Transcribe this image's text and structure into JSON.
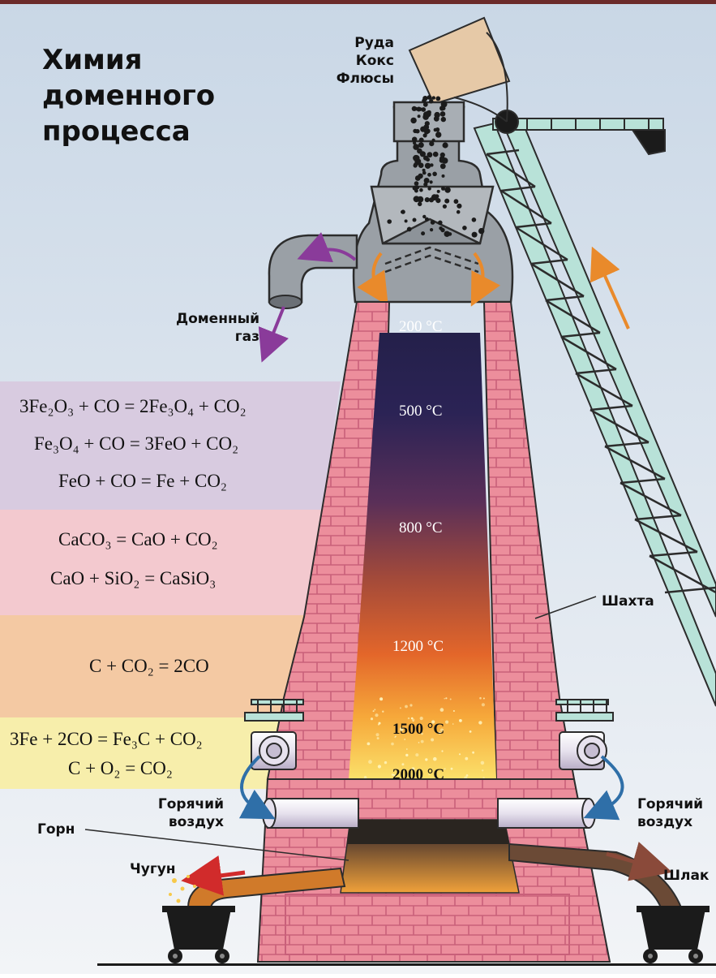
{
  "title_lines": [
    "Химия",
    "доменного",
    "процесса"
  ],
  "charge_labels": [
    "Руда",
    "Кокс",
    "Флюсы"
  ],
  "gas_label_lines": [
    "Доменный",
    "газ"
  ],
  "shaft_label": "Шахта",
  "hot_air_left": [
    "Горячий",
    "воздух"
  ],
  "hot_air_right": [
    "Горячий",
    "воздух"
  ],
  "hearth_label": "Горн",
  "iron_label": "Чугун",
  "slag_label": "Шлак",
  "temperatures": [
    "200 °C",
    "500 °C",
    "800 °C",
    "1200 °C",
    "1500 °C",
    "2000 °C"
  ],
  "bands": [
    {
      "color": "#d9c8e0",
      "equations": [
        [
          [
            "3Fe",
            ""
          ],
          [
            "2",
            ""
          ],
          [
            "O",
            "sub"
          ],
          [
            "3",
            "sub"
          ],
          [
            " + CO = 2Fe",
            ""
          ],
          [
            "3",
            "sub"
          ],
          [
            "O",
            ""
          ],
          [
            "4",
            "sub"
          ],
          [
            " + CO",
            ""
          ],
          [
            "2",
            "sub"
          ]
        ]
      ]
    }
  ],
  "equations": {
    "band1": [
      "3Fe₂O₃ + CO = 2Fe₃O₄ + CO₂",
      "Fe₃O₄ + CO = 3FeO + CO₂",
      "FeO + CO = Fe + CO₂"
    ],
    "band2": [
      "CaCO₃ = CaO + CO₂",
      "CaO + SiO₂ = CaSiO₃"
    ],
    "band3": [
      "C + CO₂ = 2CO"
    ],
    "band4": [
      "3Fe + 2CO = Fe₃C + CO₂",
      "C + O₂ = CO₂"
    ]
  },
  "colors": {
    "band1": "#d8cbe0",
    "band2": "#f3c9cf",
    "band3": "#f4c9a3",
    "band4": "#f7eeab",
    "brick": "#e98a98",
    "sky": "#e6eef5",
    "metal": "#9aa0a6"
  }
}
